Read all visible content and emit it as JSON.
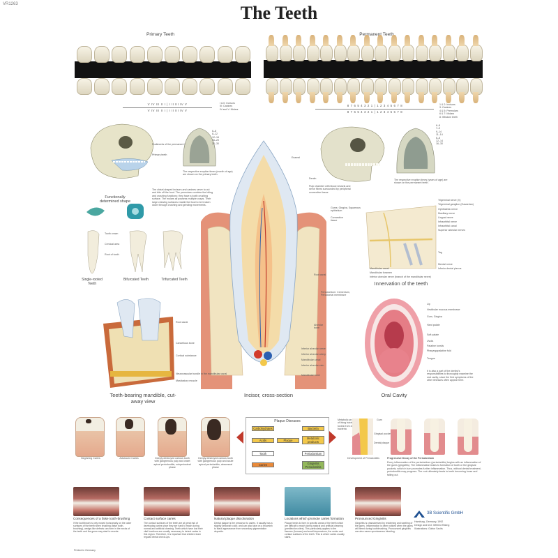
{
  "header": {
    "code": "VR1263",
    "title": "The Teeth"
  },
  "top": {
    "primary_title": "Primary Teeth",
    "permanent_title": "Permanent Teeth",
    "primary_numbers_row1": "V  IV  III  II  I  |  I  II  III  IV  V",
    "primary_numbers_row2": "V  IV  III  II  I  |  I  II  III  IV  V",
    "primary_legend": "I & II: Incisors\nIII: Canines\nIV and V: Molars",
    "permanent_numbers_row1": "8  7  6  5  4  3  2  1  |  1  2  3  4  5  6  7  8",
    "permanent_numbers_row2": "8  7  6  5  4  3  2  1  |  1  2  3  4  5  6  7  8",
    "permanent_legend": "1 & 2: Incisors\n3: Canines\n4 & 5: Premolars\n6 & 7: Molars\n8: Wisdom teeth"
  },
  "skull_left": {
    "label1": "Rudiments of the permanent teeth",
    "label2": "Primary teeth",
    "eruption_note": "The respective eruption times (month of age) are shown on the primary teeth.",
    "ages": [
      "6–8",
      "8–12",
      "12–16",
      "16–20",
      "20–30"
    ]
  },
  "skull_right": {
    "eruption_note": "The respective eruption times (years of age) are shown on the permanent teeth.",
    "ages": [
      "6–8",
      "7–9",
      "9–14",
      "11–14",
      "6–8",
      "12–14",
      "16–30"
    ]
  },
  "shape": {
    "title": "Functionally determined shape",
    "text": "The chisel-shaped incisors and canines serve to cut and bite off the food. The premolars combine the biting and crushing functions; they have a tooth crushing surface. The molars all possess multiple cusps. Their large chewing surfaces enable the food to be broken down through crushing and grinding movements."
  },
  "root_types": {
    "labels": [
      "Tooth crown",
      "Cervical area",
      "Root of tooth"
    ],
    "single": "Single-rooted Teeth",
    "bifurcated": "Bifurcated Teeth",
    "trifurcated": "Trifurcated Teeth"
  },
  "incisor": {
    "caption": "Incisor, cross-section",
    "labels_right": [
      "Enamel",
      "Dentin",
      "Pulp chamber with blood vessels and nerve fibers surrounded by peripheral connective tissue",
      "Gums: Gingiva, Squamous epithelium",
      "Connective tissue",
      "Root canal",
      "Periodontium: Cementum, Periodontal membrane",
      "Alveolar bone",
      "Inferior alveolar nerve",
      "Inferior alveolar artery",
      "Mandibular canal",
      "Inferior alveolar vein",
      "Mandibular bone"
    ]
  },
  "mandible": {
    "caption": "Teeth-bearing mandible, cut-away view",
    "labels": [
      "Root canal",
      "Cancellous bone",
      "Cortical substance",
      "Neurovascular bundle in the mandibular canal",
      "Masticatory muscle"
    ]
  },
  "innervation": {
    "caption": "Innervation of the teeth",
    "labels": [
      "Trigeminal nerve (V)",
      "Trigeminal ganglion (Gasserian)",
      "Ophthalmic nerve",
      "Maxillary nerve",
      "Lingual nerve",
      "Infraorbital nerve",
      "Infraorbital canal",
      "Superior alveolar nerves",
      "Tag",
      "Mental nerve",
      "Inferior dental plexus",
      "Mandibular canal",
      "Mandibular foramen",
      "Inferior alveolar nerve (branch of the mandibular nerve)"
    ]
  },
  "oral": {
    "caption": "Oral Cavity",
    "labels": [
      "Lip",
      "Vestibular mucous membrane",
      "Gum, Gingiva",
      "Hard palate",
      "Soft palate",
      "Uvula",
      "Palatine tonsils",
      "Pharyngopalatine fold",
      "Tongue"
    ],
    "note": "It is also a part of the dentist's responsibilities to thoroughly examine the oral cavity, since the first symptoms of the other illnesses often appear here."
  },
  "caries": {
    "stages": [
      "Beginning Caries",
      "Advanced Caries",
      "Deeply destroyed carious tooth with gangrenous pulp and onset apical periodontitis, subperiosteal phase",
      "Deeply destroyed carious tooth with gangrenous pulp and acute apical periodontitis, abscessal phase"
    ]
  },
  "plaque": {
    "title": "Plaque Diseases",
    "boxes": [
      "Carbohydrates",
      "Bacteria",
      "Acids",
      "Plaque",
      "Metabolic products",
      "Tooth",
      "Periodontium",
      "Caries",
      "Gingivitis Periodontitis"
    ]
  },
  "perio": {
    "labels": [
      "Metabolic products of living bacteria and toxins from dead bacteria",
      "Gum",
      "Gingival pocket",
      "Dental plaque"
    ],
    "dev_caption": "Development of Periodontitis",
    "prog_title": "Progressive Decay of the Periodontium",
    "prog_text": "Every inflammation of the periodontium (periodontitis) begins with an inflammation of the gums (gingivitis). The inflammation leads to formation of tooth or the gingival pockets, which in turn promotes further inflammation. Thus, without dental treatment, periodontitis may progress. The root ultimately leads to teeth becoming loose and falling out."
  },
  "photos": [
    {
      "title": "Consequences of a false tooth-brushing",
      "text": "If the toothbrush is only moved horizontally on the outer surfaces of the teeth when brushing (false tooth-brushing), wedge-like defects can form in the necks of the teeth and the gums may start to recede."
    },
    {
      "title": "Contact surface caries",
      "text": "The contact surfaces of the teeth are at great risk of developing caries since they are hard to reach during normal and artificial cleaning. Teeth which have lost their vital functions are usually necessary to detect caries in this region. Therefore, it is important that children learn regular dental check-ups."
    },
    {
      "title": "Natural plaque discoloration",
      "text": "Dental plaque is the precursor to caries. It usually has a slightly yellowish color, and can also take on a brownish to black appearance from secondary pigmentation deposits."
    },
    {
      "title": "Locations which promote caries formation",
      "text": "Plaque tends to form in specific areas of the teeth which are difficult to reach during natural and artificial cleaning (predilection sites). This particularly applies to the fissures (furrows) and small depressions, the necks and contact surfaces of the teeth. This is where caries usually starts."
    },
    {
      "title": "Pronounced Gingivitis",
      "text": "Gingivitis is characterized by reddening and swelling of the gums. Inflammation is often noticed when the gums will bleed during toothbrushing. Pronounced gingivitis can also cause spontaneous bleeding."
    }
  ],
  "publisher": {
    "name": "3B Scientific GmbH",
    "lines": [
      "Hamburg, Germany, 1992",
      "Design and text: Wilfried Rating",
      "Illustrations: Gábor Szvits"
    ],
    "printed": "Printed in Germany"
  },
  "colors": {
    "gum": "#e8a08a",
    "bone": "#efe3c3",
    "enamel": "#dfe8f2",
    "accent_red": "#c0392b",
    "plaque_yellow": "#f3c84a",
    "plaque_green": "#93b85b"
  }
}
